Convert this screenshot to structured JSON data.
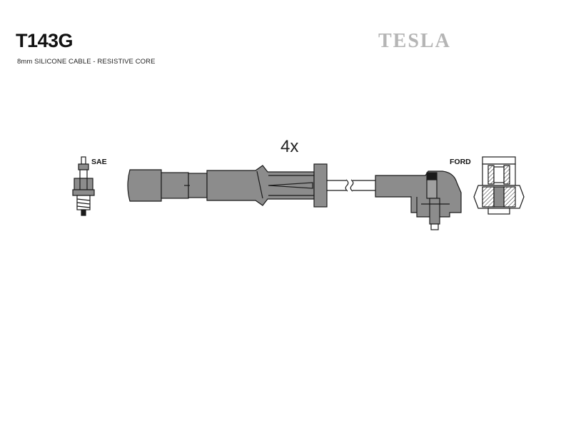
{
  "header": {
    "product_code": "T143G",
    "description": "8mm SILICONE CABLE - RESISTIVE CORE",
    "brand": "TESLA"
  },
  "diagram": {
    "quantity": "4x",
    "left_end_label": "SAE",
    "right_end_label": "FORD"
  },
  "colors": {
    "part_fill": "#8c8c8c",
    "outline": "#1a1a1a",
    "brand_gray": "#b5b5b5"
  }
}
